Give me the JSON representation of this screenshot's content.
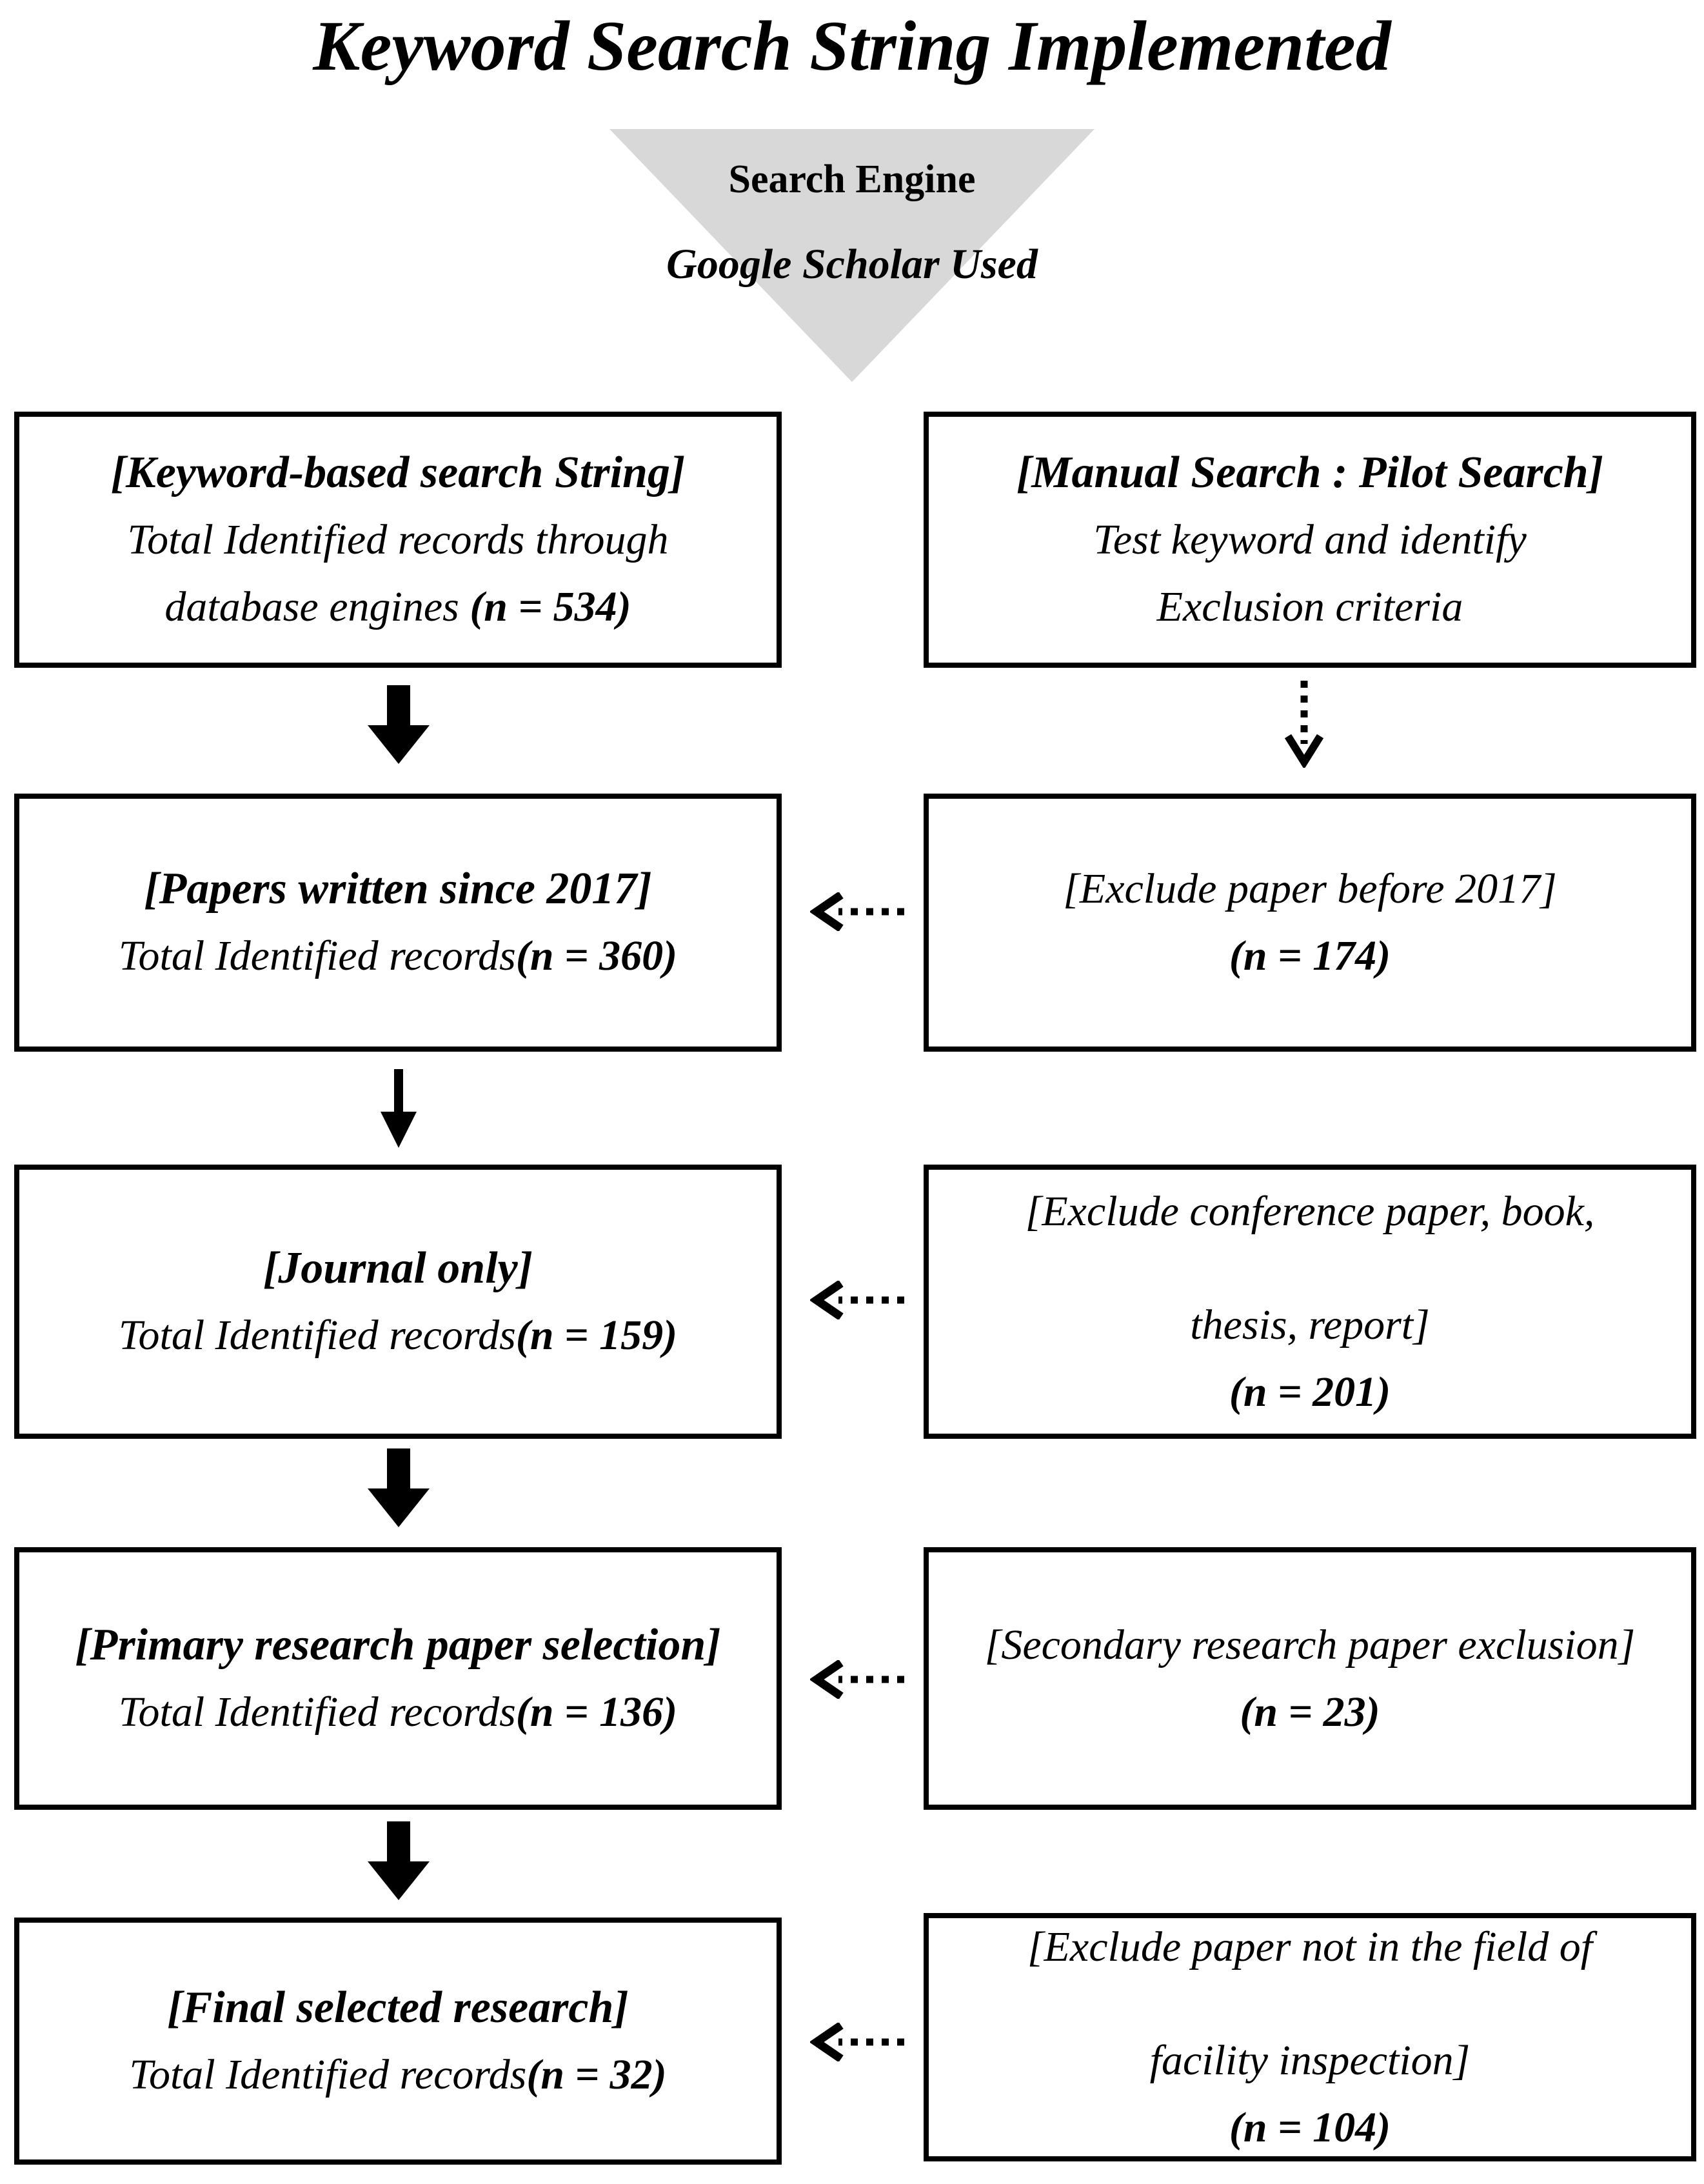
{
  "page": {
    "title": "Keyword Search String Implemented"
  },
  "funnel": {
    "label": "Search Engine",
    "sublabel": "Google Scholar Used"
  },
  "colors": {
    "triangle": "#d8d8d8",
    "ink": "#000000",
    "background": "#ffffff"
  },
  "left_boxes": [
    {
      "heading": "[Keyword-based search String]",
      "body_line1": "Total Identified records through",
      "body_line2": "database engines ",
      "count": "(n = 534)"
    },
    {
      "heading": "[Papers written since 2017]",
      "body": "Total Identified records",
      "count": "(n = 360)"
    },
    {
      "heading": "[Journal only]",
      "body": "Total Identified records",
      "count": "(n = 159)"
    },
    {
      "heading": "[Primary research paper selection]",
      "body": "Total Identified records",
      "count": "(n = 136)"
    },
    {
      "heading": "[Final selected research]",
      "body": "Total Identified records",
      "count": "(n = 32)"
    }
  ],
  "right_boxes": [
    {
      "heading": "[Manual Search : Pilot Search]",
      "body_line1": "Test keyword and identify",
      "body_line2": "Exclusion criteria"
    },
    {
      "line1": "[Exclude paper before 2017]",
      "count": "(n = 174)"
    },
    {
      "line1": "[Exclude conference paper, book,",
      "line2": "thesis, report]",
      "count": "(n = 201)"
    },
    {
      "line1": "[Secondary research paper exclusion]",
      "count": "(n = 23)"
    },
    {
      "line1": "[Exclude paper not in the field of",
      "line2": "facility inspection]",
      "count": "(n = 104)"
    }
  ]
}
